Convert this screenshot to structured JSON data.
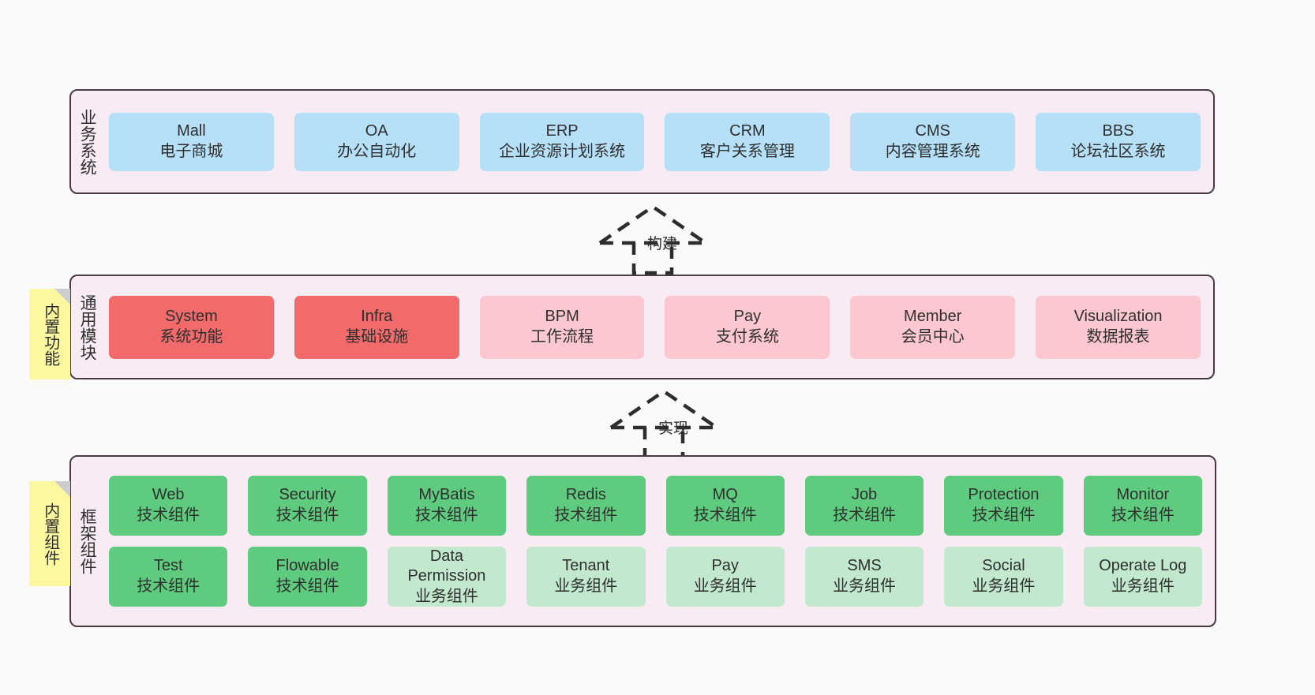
{
  "diagram": {
    "background_color": "#fafafa",
    "panel_fill": "#f9ebf4",
    "panel_border": "#4a3a44"
  },
  "bands": {
    "business": {
      "label": "业务系统",
      "card_color": "#b5e0f8",
      "items": [
        {
          "title": "Mall",
          "subtitle": "电子商城"
        },
        {
          "title": "OA",
          "subtitle": "办公自动化"
        },
        {
          "title": "ERP",
          "subtitle": "企业资源计划系统"
        },
        {
          "title": "CRM",
          "subtitle": "客户关系管理"
        },
        {
          "title": "CMS",
          "subtitle": "内容管理系统"
        },
        {
          "title": "BBS",
          "subtitle": "论坛社区系统"
        }
      ]
    },
    "modules": {
      "label": "通用模块",
      "primary_color": "#f26a6a",
      "secondary_color": "#fcc7ce",
      "items": [
        {
          "title": "System",
          "subtitle": "系统功能"
        },
        {
          "title": "Infra",
          "subtitle": "基础设施"
        },
        {
          "title": "BPM",
          "subtitle": "工作流程"
        },
        {
          "title": "Pay",
          "subtitle": "支付系统"
        },
        {
          "title": "Member",
          "subtitle": "会员中心"
        },
        {
          "title": "Visualization",
          "subtitle": "数据报表"
        }
      ]
    },
    "framework": {
      "label": "框架组件",
      "tech_color": "#5ecb7f",
      "business_color": "#c2e9ce",
      "row1": [
        {
          "title": "Web",
          "subtitle": "技术组件"
        },
        {
          "title": "Security",
          "subtitle": "技术组件"
        },
        {
          "title": "MyBatis",
          "subtitle": "技术组件"
        },
        {
          "title": "Redis",
          "subtitle": "技术组件"
        },
        {
          "title": "MQ",
          "subtitle": "技术组件"
        },
        {
          "title": "Job",
          "subtitle": "技术组件"
        },
        {
          "title": "Protection",
          "subtitle": "技术组件"
        },
        {
          "title": "Monitor",
          "subtitle": "技术组件"
        }
      ],
      "row2": [
        {
          "title": "Test",
          "subtitle": "技术组件"
        },
        {
          "title": "Flowable",
          "subtitle": "技术组件"
        },
        {
          "title": "Data Permission",
          "subtitle": "业务组件"
        },
        {
          "title": "Tenant",
          "subtitle": "业务组件"
        },
        {
          "title": "Pay",
          "subtitle": "业务组件"
        },
        {
          "title": "SMS",
          "subtitle": "业务组件"
        },
        {
          "title": "Social",
          "subtitle": "业务组件"
        },
        {
          "title": "Operate Log",
          "subtitle": "业务组件"
        }
      ]
    }
  },
  "notes": [
    {
      "text": "内置功能",
      "color": "#fcf8a0"
    },
    {
      "text": "内置组件",
      "color": "#fcf8a0"
    }
  ],
  "arrows": [
    {
      "label": "构建",
      "style": "dashed-generalization"
    },
    {
      "label": "实现",
      "style": "dashed-generalization"
    }
  ]
}
